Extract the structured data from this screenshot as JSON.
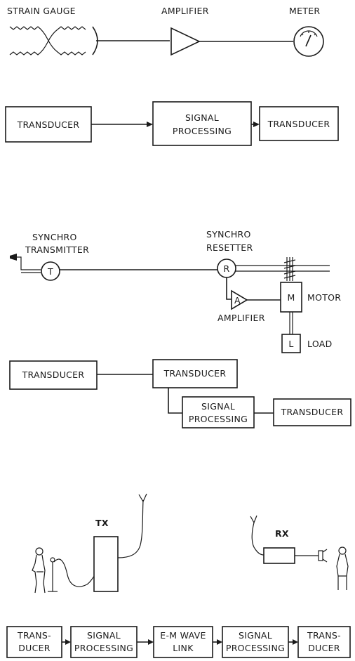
{
  "d1": {
    "strain": "STRAIN GAUGE",
    "amp": "AMPLIFIER",
    "meter": "METER"
  },
  "d2": {
    "b1": "TRANSDUCER",
    "b2a": "SIGNAL",
    "b2b": "PROCESSING",
    "b3": "TRANSDUCER"
  },
  "d3": {
    "tx1": "SYNCHRO",
    "tx2": "TRANSMITTER",
    "rs1": "SYNCHRO",
    "rs2": "RESETTER",
    "t": "T",
    "r": "R",
    "a": "A",
    "m": "M",
    "l": "L",
    "motor": "MOTOR",
    "load": "LOAD",
    "amp": "AMPLIFIER"
  },
  "d4": {
    "b1": "TRANSDUCER",
    "b2": "TRANSDUCER",
    "b3a": "SIGNAL",
    "b3b": "PROCESSING",
    "b4": "TRANSDUCER"
  },
  "d5": {
    "tx": "TX",
    "rx": "RX"
  },
  "d6": {
    "b1a": "TRANS-",
    "b1b": "DUCER",
    "b2a": "SIGNAL",
    "b2b": "PROCESSING",
    "b3a": "E-M WAVE",
    "b3b": "LINK",
    "b4a": "SIGNAL",
    "b4b": "PROCESSING",
    "b5a": "TRANS-",
    "b5b": "DUCER"
  }
}
